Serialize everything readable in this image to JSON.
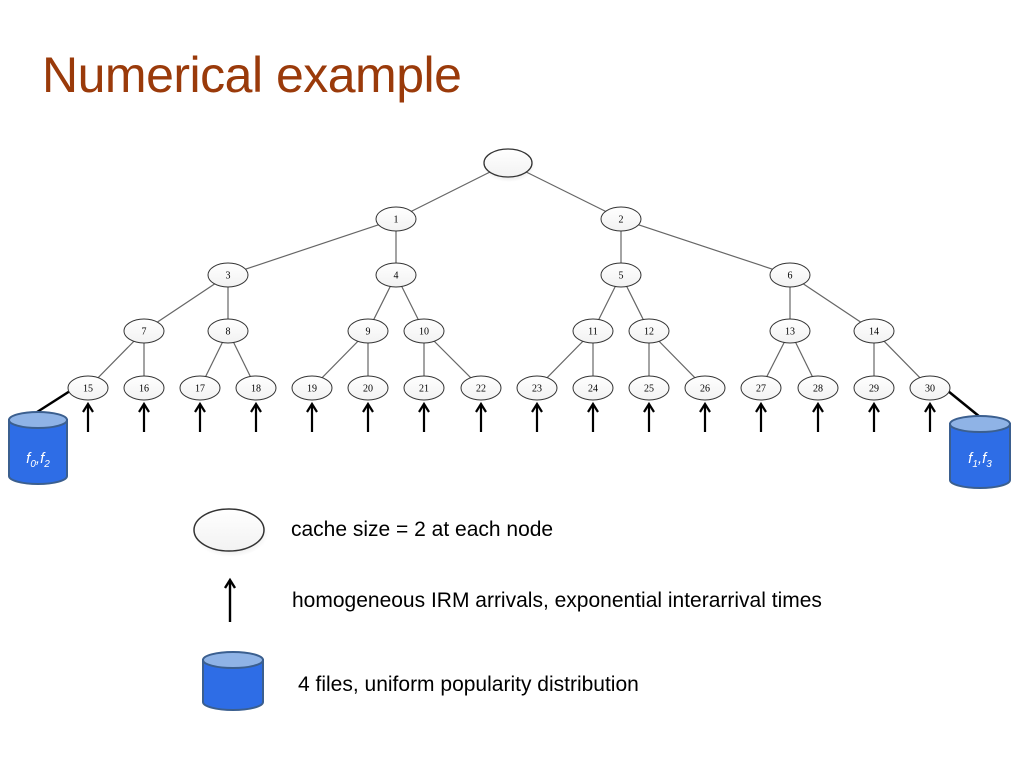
{
  "slide": {
    "title": "Numerical example"
  },
  "colors": {
    "title": "#9a3a0a",
    "edge": "#666666",
    "node_stroke": "#333333",
    "store_fill": "#2e6de6",
    "store_lid": "#8fb3e6",
    "store_stroke": "#3b5f8f"
  },
  "tree": {
    "root_label": "",
    "nodes": [
      "1",
      "2",
      "3",
      "4",
      "5",
      "6",
      "7",
      "8",
      "9",
      "10",
      "11",
      "12",
      "13",
      "14",
      "15",
      "16",
      "17",
      "18",
      "19",
      "20",
      "21",
      "22",
      "23",
      "24",
      "25",
      "26",
      "27",
      "28",
      "29",
      "30"
    ]
  },
  "stores": {
    "left": {
      "base": "f",
      "first_index": "0",
      "sep": ",",
      "second_base": "f",
      "second_index": "2"
    },
    "right": {
      "base": "f",
      "first_index": "1",
      "sep": ",",
      "second_base": "f",
      "second_index": "3"
    }
  },
  "legend": {
    "cache": "cache size = 2 at each node",
    "arrivals": "homogeneous IRM arrivals, exponential interarrival times",
    "files": "4 files, uniform popularity distribution"
  },
  "icons": {
    "cache_node": "ellipse-node-icon",
    "arrival": "up-arrow-icon",
    "store": "database-cylinder-icon"
  }
}
